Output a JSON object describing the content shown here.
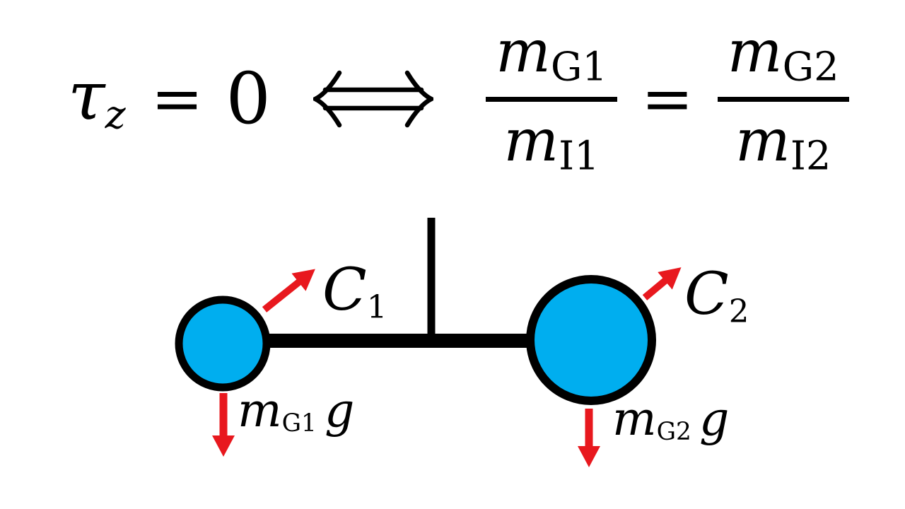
{
  "colors": {
    "ball_fill": "#00AEEF",
    "outline": "#000000",
    "arrow": "#E8181E",
    "text": "#000000",
    "background": "#FFFFFF"
  },
  "equation": {
    "tau": "τ",
    "tau_sub": "z",
    "equals_1": "=",
    "zero": "0",
    "iff": "⟺",
    "frac_left": {
      "num_base": "m",
      "num_sub": "G1",
      "den_base": "m",
      "den_sub": "I1"
    },
    "equals_2": "=",
    "frac_right": {
      "num_base": "m",
      "num_sub": "G2",
      "den_base": "m",
      "den_sub": "I2"
    }
  },
  "diagram": {
    "force_left": {
      "base": "C",
      "sub": "1"
    },
    "force_right": {
      "base": "C",
      "sub": "2"
    },
    "weight_left": {
      "base": "m",
      "sub": "G1",
      "factor": "g"
    },
    "weight_right": {
      "base": "m",
      "sub": "G2",
      "factor": "g"
    }
  }
}
